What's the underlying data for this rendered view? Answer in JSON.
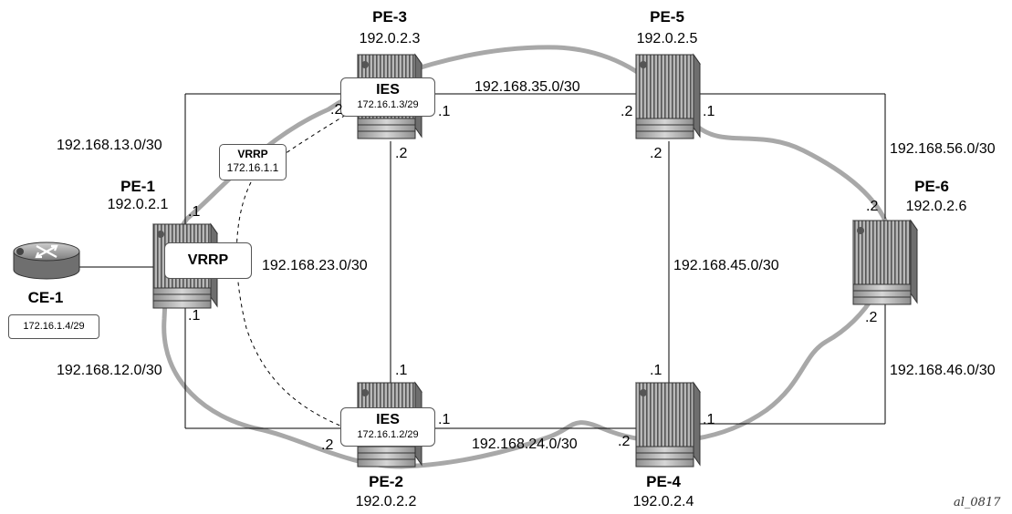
{
  "nodes": {
    "pe1": {
      "name": "PE-1",
      "ip": "192.0.2.1"
    },
    "pe2": {
      "name": "PE-2",
      "ip": "192.0.2.2"
    },
    "pe3": {
      "name": "PE-3",
      "ip": "192.0.2.3"
    },
    "pe4": {
      "name": "PE-4",
      "ip": "192.0.2.4"
    },
    "pe5": {
      "name": "PE-5",
      "ip": "192.0.2.5"
    },
    "pe6": {
      "name": "PE-6",
      "ip": "192.0.2.6"
    },
    "ce1": {
      "name": "CE-1",
      "ip": "172.16.1.4/29"
    }
  },
  "services": {
    "ies_pe3": {
      "title": "IES",
      "ip": "172.16.1.3/29"
    },
    "ies_pe2": {
      "title": "IES",
      "ip": "172.16.1.2/29"
    },
    "vrrp_pe1": {
      "title": "VRRP"
    },
    "vrrp_virtual": {
      "title": "VRRP",
      "ip": "172.16.1.1"
    }
  },
  "subnets": {
    "pe1_pe3": "192.168.13.0/30",
    "pe1_pe2": "192.168.12.0/30",
    "pe3_pe5": "192.168.35.0/30",
    "pe2_pe3": "192.168.23.0/30",
    "pe4_pe5": "192.168.45.0/30",
    "pe2_pe4": "192.168.24.0/30",
    "pe5_pe6": "192.168.56.0/30",
    "pe4_pe6": "192.168.46.0/30"
  },
  "interfaces": {
    "pe1_top": ".1",
    "pe1_bottom": ".1",
    "pe3_left": ".2",
    "pe3_right": ".1",
    "pe3_bottom": ".2",
    "pe5_left": ".2",
    "pe5_right": ".1",
    "pe5_bottom": ".2",
    "pe6_top": ".2",
    "pe6_bottom": ".2",
    "pe2_top": ".1",
    "pe2_left": ".2",
    "pe2_right": ".1",
    "pe4_top": ".1",
    "pe4_left": ".2",
    "pe4_right": ".1"
  },
  "figure_tag": "al_0817",
  "colors": {
    "link": "#000000",
    "ring": "#a8a8a8",
    "router": "#7d7d7d"
  }
}
